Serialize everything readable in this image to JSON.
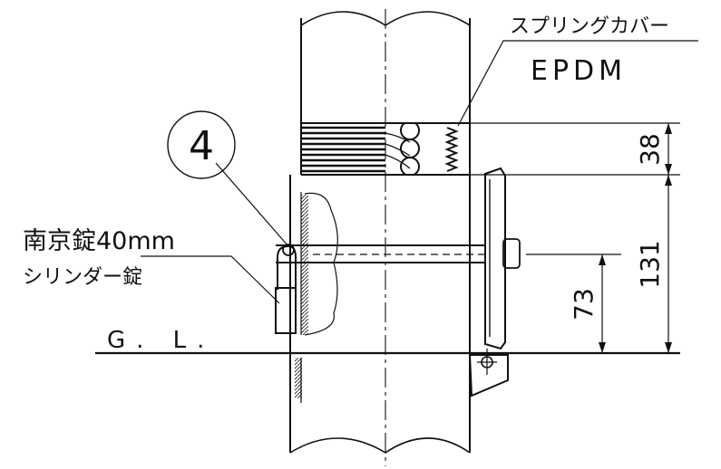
{
  "labels": {
    "spring_cover": "スプリングカバー",
    "material": "EPDM",
    "callout_number": "4",
    "lock_name": "南京錠40mm",
    "lock_type": "シリンダー錠",
    "ground_level": "G. L."
  },
  "dimensions": {
    "spring_height": "38",
    "total_height": "131",
    "lock_height": "73"
  },
  "colors": {
    "line": "#111111",
    "background": "#ffffff"
  }
}
